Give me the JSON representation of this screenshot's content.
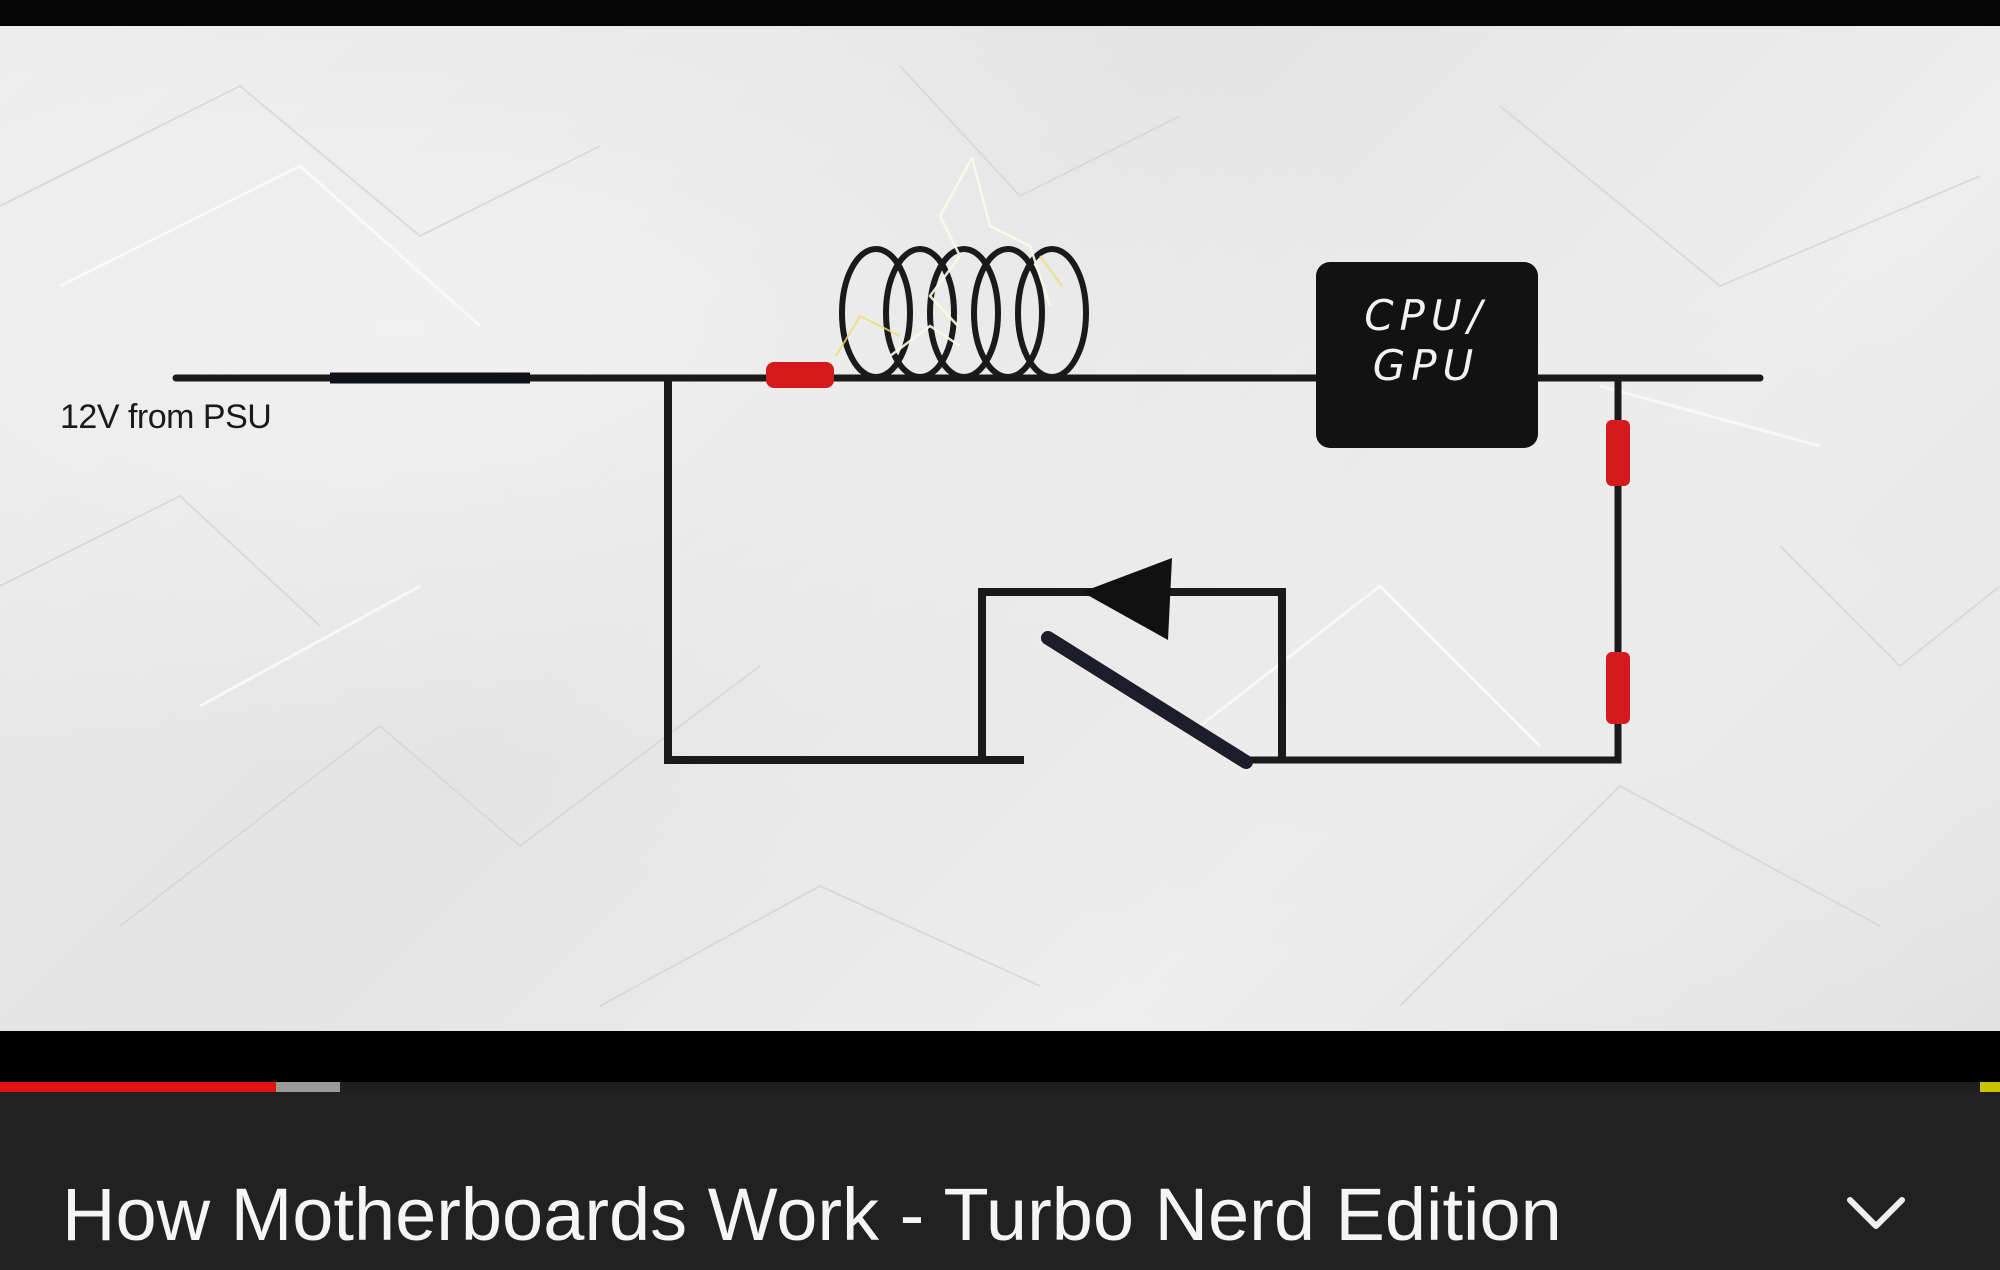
{
  "video": {
    "title": "How Motherboards Work - Turbo Nerd Edition",
    "progress_percent": 13.8,
    "buffered_percent": 17.0
  },
  "diagram": {
    "input_label": "12V from PSU",
    "chip_label_line1": "CPU/",
    "chip_label_line2": "GPU"
  },
  "icons": {
    "expand": "chevron-down-icon"
  },
  "colors": {
    "progress_played": "#e31212",
    "progress_buffer": "#9a9a9a",
    "panel_background": "#212121",
    "wire": "#1a1a1a",
    "marker_red": "#d41a1a"
  }
}
